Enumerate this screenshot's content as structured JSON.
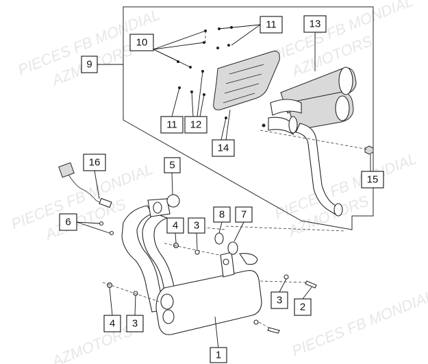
{
  "watermarks": [
    "PIECES FB MONDIAL",
    "AZMOTORS",
    "PIECES FB MONDIAL",
    "AZMOTORS",
    "PIECES FB MONDIAL",
    "AZMOTORS",
    "PIECES FB MONDIAL",
    "AZMOTORS",
    "PIECES FB MONDIAL",
    "AZMOTORS"
  ],
  "callouts": {
    "c1": "1",
    "c2": "2",
    "c3a": "3",
    "c3b": "3",
    "c3c": "3",
    "c4a": "4",
    "c4b": "4",
    "c5": "5",
    "c6": "6",
    "c7": "7",
    "c8": "8",
    "c9": "9",
    "c10": "10",
    "c11a": "11",
    "c11b": "11",
    "c12": "12",
    "c13": "13",
    "c14": "14",
    "c15": "15",
    "c16": "16"
  }
}
